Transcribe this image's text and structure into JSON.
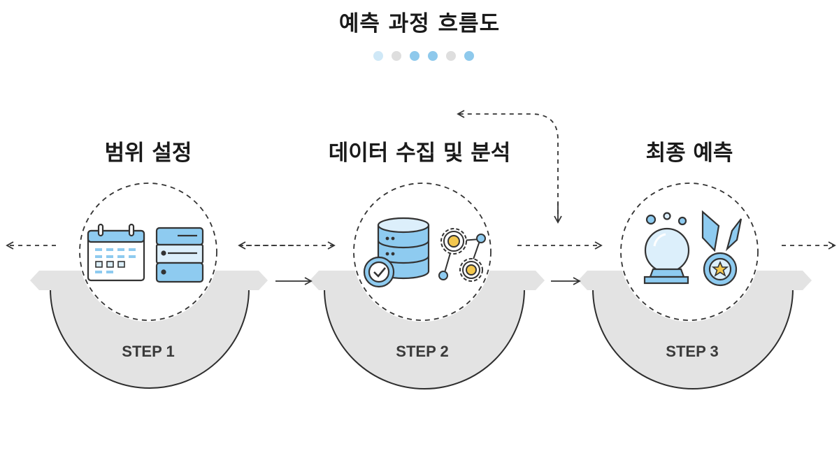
{
  "title": "예측 과정 흐름도",
  "dot_colors": [
    "#cfe8f7",
    "#dedede",
    "#8ec9ec",
    "#8ec9ec",
    "#dedede",
    "#8ec9ec"
  ],
  "colors": {
    "accent_blue": "#8ecbf0",
    "light_blue": "#dceffb",
    "stroke": "#2e2e2e",
    "ribbon": "#e3e3e3",
    "gold": "#f3c74e"
  },
  "steps": [
    {
      "title": "범위 설정",
      "label": "STEP 1",
      "icons": [
        "calendar-icon",
        "server-icon"
      ]
    },
    {
      "title": "데이터 수집 및 분석",
      "label": "STEP 2",
      "icons": [
        "database-check-icon",
        "gears-network-icon"
      ]
    },
    {
      "title": "최종 예측",
      "label": "STEP 3",
      "icons": [
        "crystal-ball-icon",
        "medal-icon"
      ]
    }
  ]
}
